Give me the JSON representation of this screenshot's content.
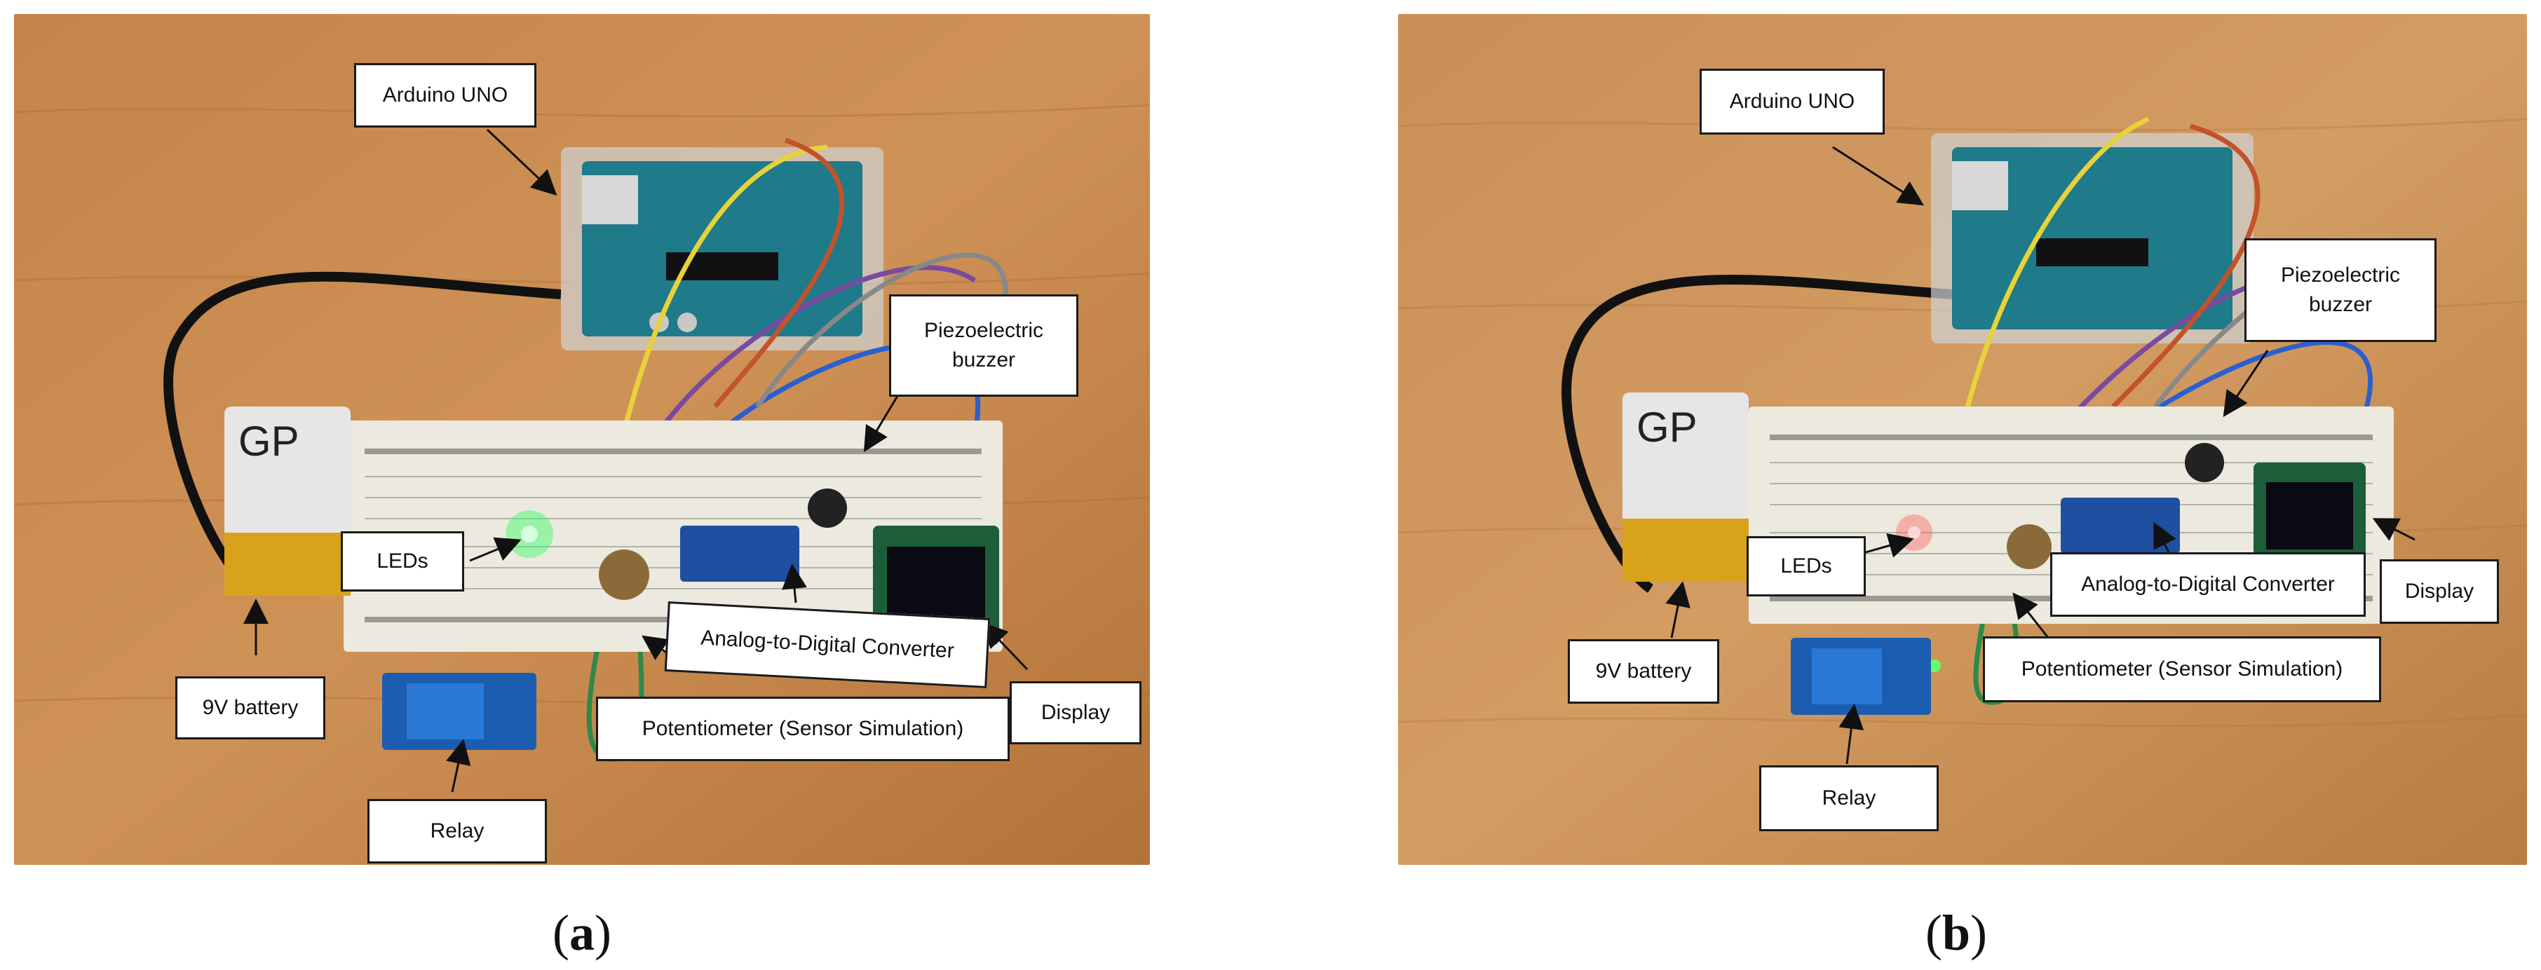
{
  "panels": [
    {
      "caption_letter": "a",
      "labels": {
        "arduino": "Arduino UNO",
        "buzzer": "Piezoelectric\nbuzzer",
        "leds": "LEDs",
        "battery": "9V battery",
        "adc": "Analog-to-Digital Converter",
        "pot": "Potentiometer (Sensor Simulation)",
        "display": "Display",
        "relay": "Relay"
      }
    },
    {
      "caption_letter": "b",
      "labels": {
        "arduino": "Arduino UNO",
        "buzzer": "Piezoelectric\nbuzzer",
        "leds": "LEDs",
        "battery": "9V battery",
        "adc": "Analog-to-Digital Converter",
        "pot": "Potentiometer (Sensor Simulation)",
        "display": "Display",
        "relay": "Relay"
      }
    }
  ],
  "colors": {
    "wood_light": "#c98a4e",
    "wood_dark": "#a96a34",
    "arduino_board": "#1f7a8a",
    "breadboard": "#ece9df",
    "led_panel_a": "#33ff66",
    "led_panel_b": "#ff6666"
  }
}
